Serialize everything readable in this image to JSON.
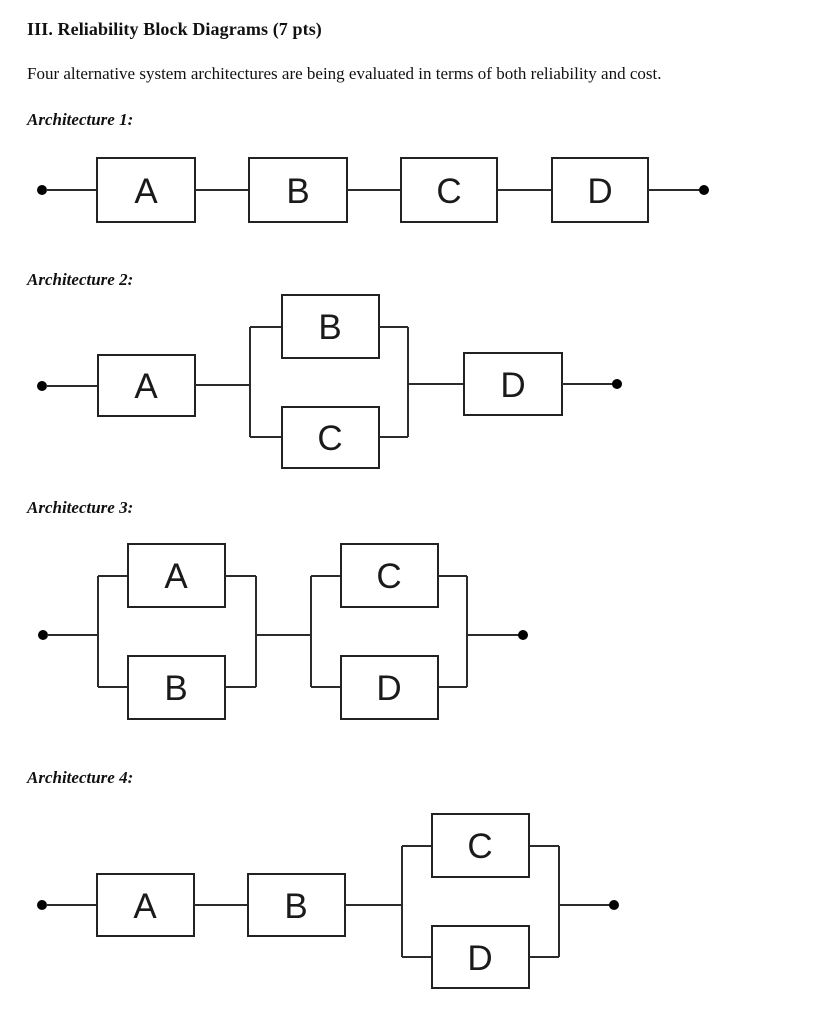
{
  "page": {
    "title": "III. Reliability Block Diagrams (7 pts)",
    "intro": "Four alternative system architectures are being evaluated in terms of both reliability and cost."
  },
  "architectures": [
    {
      "label": "Architecture 1:",
      "structure": "series: A -> B -> C -> D",
      "blocks": [
        "A",
        "B",
        "C",
        "D"
      ]
    },
    {
      "label": "Architecture 2:",
      "structure": "A in series with parallel(B, C) in series with D",
      "blocks": [
        "A",
        "B",
        "C",
        "D"
      ]
    },
    {
      "label": "Architecture 3:",
      "structure": "parallel(A, B) in series with parallel(C, D)",
      "blocks": [
        "A",
        "B",
        "C",
        "D"
      ]
    },
    {
      "label": "Architecture 4:",
      "structure": "A in series with B in series with parallel(C, D)",
      "blocks": [
        "A",
        "B",
        "C",
        "D"
      ]
    }
  ],
  "colors": {
    "text": "#111111",
    "block_border": "#222222",
    "wire": "#2b2b2b",
    "node_dot": "#000000",
    "background": "#ffffff"
  }
}
